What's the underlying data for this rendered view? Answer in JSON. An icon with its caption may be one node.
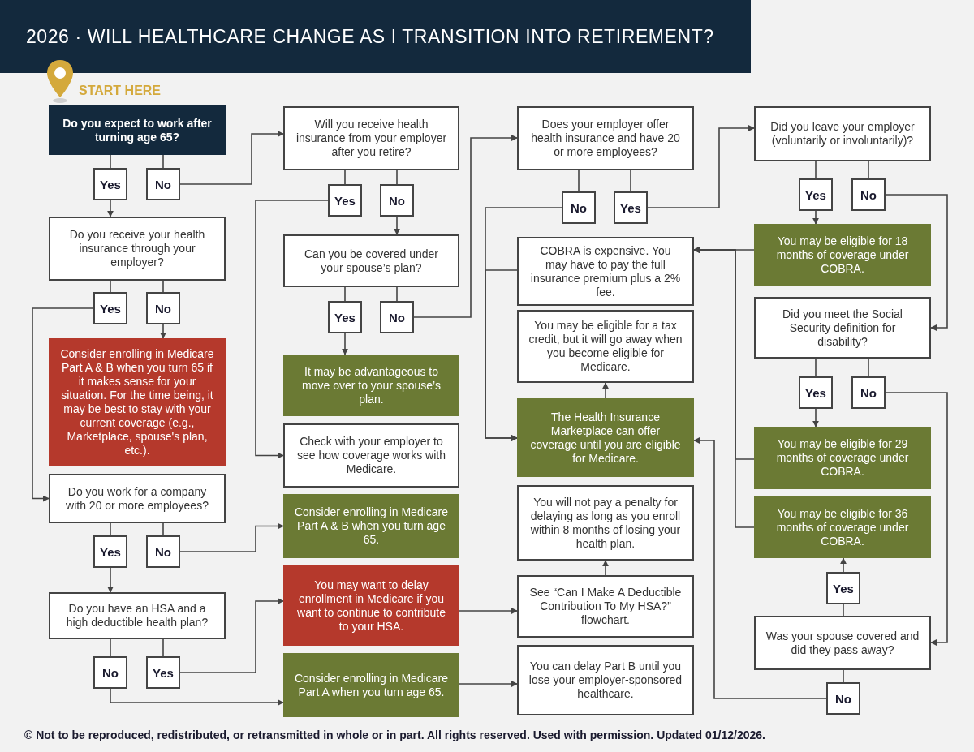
{
  "diagram": {
    "title": "2026 · WILL HEALTHCARE CHANGE AS I TRANSITION INTO RETIREMENT?",
    "nodes": [
      {
        "text": [
          "Do you expect to work after turning age 65?"
        ]
      },
      {
        "text": [
          "Yes"
        ]
      },
      {
        "text": [
          "No"
        ]
      },
      {
        "text": [
          "Do you receive your health insurance through your employer?"
        ]
      },
      {
        "text": [
          "Yes"
        ]
      },
      {
        "text": [
          "No"
        ]
      },
      {
        "text": [
          "Consider enrolling in Medicare Part A & B when you turn 65 if it makes sense for your situation. For the time being, it may be best to stay with your current coverage (e.g., Marketplace, spouse's plan, etc.)."
        ]
      },
      {
        "text": [
          "Do you work for a company with 20 or more employees?"
        ]
      },
      {
        "text": [
          "Yes"
        ]
      },
      {
        "text": [
          "No"
        ]
      },
      {
        "text": [
          "Do you have an HSA and a high deductible health plan?"
        ]
      },
      {
        "text": [
          "No"
        ]
      },
      {
        "text": [
          "Yes"
        ]
      },
      {
        "text": [
          "Will you receive health insurance from your employer after you retire?"
        ]
      },
      {
        "text": [
          "Yes"
        ]
      },
      {
        "text": [
          "No"
        ]
      },
      {
        "text": [
          "Can you be covered under your spouse’s plan?"
        ]
      },
      {
        "text": [
          "Yes"
        ]
      },
      {
        "text": [
          "No"
        ]
      },
      {
        "text": [
          "It may be advantageous to move over to your spouse’s plan."
        ]
      },
      {
        "text": [
          "Check with your employer to see how coverage works with Medicare."
        ]
      },
      {
        "text": [
          "Consider enrolling in Medicare Part A & B when you turn age 65."
        ]
      },
      {
        "text": [
          "You may want to delay enrollment in Medicare if you want to continue to contribute to your HSA."
        ]
      },
      {
        "text": [
          "Consider enrolling in Medicare Part A when you turn age 65."
        ]
      },
      {
        "text": [
          "Does your employer offer health insurance and have 20 or more employees?"
        ]
      },
      {
        "text": [
          "No"
        ]
      },
      {
        "text": [
          "Yes"
        ]
      },
      {
        "text": [
          "COBRA is expensive. You may have to pay the full insurance premium plus a 2% fee."
        ]
      },
      {
        "text": [
          "You may be eligible for a tax credit, but it will go away when you become eligible for Medicare."
        ]
      },
      {
        "text": [
          "The Health Insurance Marketplace can offer coverage until you are eligible for Medicare."
        ]
      },
      {
        "text": [
          "You will not pay a penalty for delaying as long as you enroll within 8 months of losing your health plan."
        ]
      },
      {
        "text": [
          "See “Can I Make A Deductible Contribution To My HSA?” flowchart."
        ]
      },
      {
        "text": [
          "You can delay Part B until you lose your employer-sponsored healthcare."
        ]
      },
      {
        "text": [
          "Did you leave your employer (voluntarily or involuntarily)?"
        ]
      },
      {
        "text": [
          "Yes"
        ]
      },
      {
        "text": [
          "No"
        ]
      },
      {
        "text": [
          "You may be eligible for 18 months of coverage under COBRA."
        ]
      },
      {
        "text": [
          "Did you meet the Social Security definition for disability?"
        ]
      },
      {
        "text": [
          "Yes"
        ]
      },
      {
        "text": [
          "No"
        ]
      },
      {
        "text": [
          "You may be eligible for 29 months of coverage under COBRA."
        ]
      },
      {
        "text": [
          "You may be eligible for 36 months of coverage under COBRA."
        ]
      },
      {
        "text": [
          "Yes"
        ]
      },
      {
        "text": [
          "Was your spouse covered and did they pass away?"
        ]
      },
      {
        "text": [
          "No"
        ]
      }
    ],
    "edges": [
      {
        "from": 0,
        "to": 1,
        "arrow": "none"
      },
      {
        "from": 0,
        "to": 2,
        "arrow": "none"
      },
      {
        "from": 1,
        "to": 3,
        "arrow": "to"
      },
      {
        "from": 2,
        "to": 13,
        "arrow": "to"
      },
      {
        "from": 3,
        "to": 4,
        "arrow": "none"
      },
      {
        "from": 3,
        "to": 5,
        "arrow": "none"
      },
      {
        "from": 4,
        "to": 7,
        "arrow": "to"
      },
      {
        "from": 5,
        "to": 6,
        "arrow": "to"
      },
      {
        "from": 7,
        "to": 8,
        "arrow": "none"
      },
      {
        "from": 7,
        "to": 9,
        "arrow": "none"
      },
      {
        "from": 8,
        "to": 10,
        "arrow": "to"
      },
      {
        "from": 9,
        "to": 21,
        "arrow": "to"
      },
      {
        "from": 10,
        "to": 11,
        "arrow": "none"
      },
      {
        "from": 10,
        "to": 12,
        "arrow": "none"
      },
      {
        "from": 11,
        "to": 23,
        "arrow": "to"
      },
      {
        "from": 12,
        "to": 22,
        "arrow": "to"
      },
      {
        "from": 13,
        "to": 14,
        "arrow": "none"
      },
      {
        "from": 13,
        "to": 15,
        "arrow": "none"
      },
      {
        "from": 14,
        "to": 20,
        "arrow": "to"
      },
      {
        "from": 15,
        "to": 16,
        "arrow": "to"
      },
      {
        "from": 16,
        "to": 17,
        "arrow": "none"
      },
      {
        "from": 16,
        "to": 18,
        "arrow": "none"
      },
      {
        "from": 17,
        "to": 19,
        "arrow": "to"
      },
      {
        "from": 18,
        "to": 24,
        "arrow": "to"
      },
      {
        "from": 22,
        "to": 31,
        "arrow": "to"
      },
      {
        "from": 23,
        "to": 32,
        "arrow": "to"
      },
      {
        "from": 24,
        "to": 25,
        "arrow": "none"
      },
      {
        "from": 24,
        "to": 26,
        "arrow": "none"
      },
      {
        "from": 25,
        "to": 29,
        "arrow": "to"
      },
      {
        "from": 26,
        "to": 33,
        "arrow": "to"
      },
      {
        "from": 27,
        "to": 29,
        "arrow": "to"
      },
      {
        "from": 29,
        "to": 28,
        "arrow": "to"
      },
      {
        "from": 31,
        "to": 30,
        "arrow": "to"
      },
      {
        "from": 33,
        "to": 34,
        "arrow": "none"
      },
      {
        "from": 33,
        "to": 35,
        "arrow": "none"
      },
      {
        "from": 34,
        "to": 36,
        "arrow": "to"
      },
      {
        "from": 35,
        "to": 37,
        "arrow": "to"
      },
      {
        "from": 36,
        "to": 27,
        "arrow": "to"
      },
      {
        "from": 37,
        "to": 38,
        "arrow": "none"
      },
      {
        "from": 37,
        "to": 39,
        "arrow": "none"
      },
      {
        "from": 38,
        "to": 40,
        "arrow": "to"
      },
      {
        "from": 39,
        "to": 43,
        "arrow": "to"
      },
      {
        "from": 40,
        "to": 27,
        "arrow": "to"
      },
      {
        "from": 41,
        "to": 27,
        "arrow": "to"
      },
      {
        "from": 43,
        "to": 42,
        "arrow": "none"
      },
      {
        "from": 42,
        "to": 41,
        "arrow": "to"
      },
      {
        "from": 43,
        "to": 44,
        "arrow": "none"
      },
      {
        "from": 44,
        "to": 29,
        "arrow": "to"
      }
    ],
    "labels": [
      "START HERE",
      "© Not to be reproduced, redistributed, or retransmitted in whole or in part. All rights reserved. Used with permission. Updated 01/12/2026."
    ]
  }
}
